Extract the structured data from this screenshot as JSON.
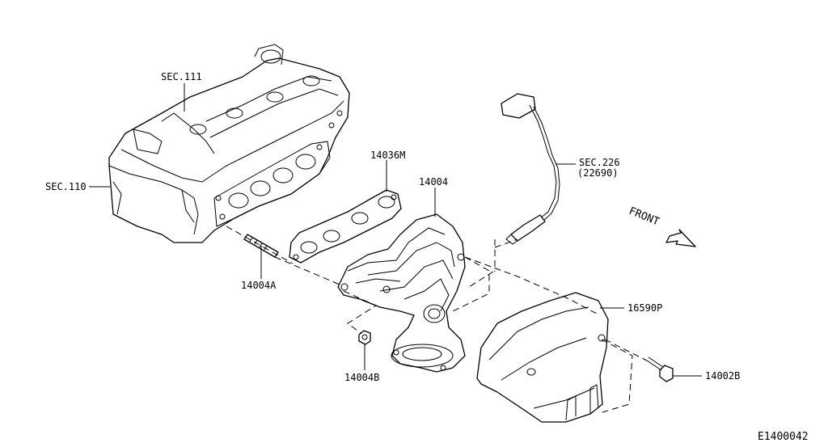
{
  "labels": {
    "sec111": "SEC.111",
    "sec110": "SEC.110",
    "p14036m": "14036M",
    "p14004": "14004",
    "sec226": "SEC.226",
    "sec226sub": "(22690)",
    "front": "FRONT",
    "p16590p": "16590P",
    "p14004a": "14004A",
    "p14004b": "14004B",
    "p14002b": "14002B",
    "diagram_id": "E1400042"
  }
}
